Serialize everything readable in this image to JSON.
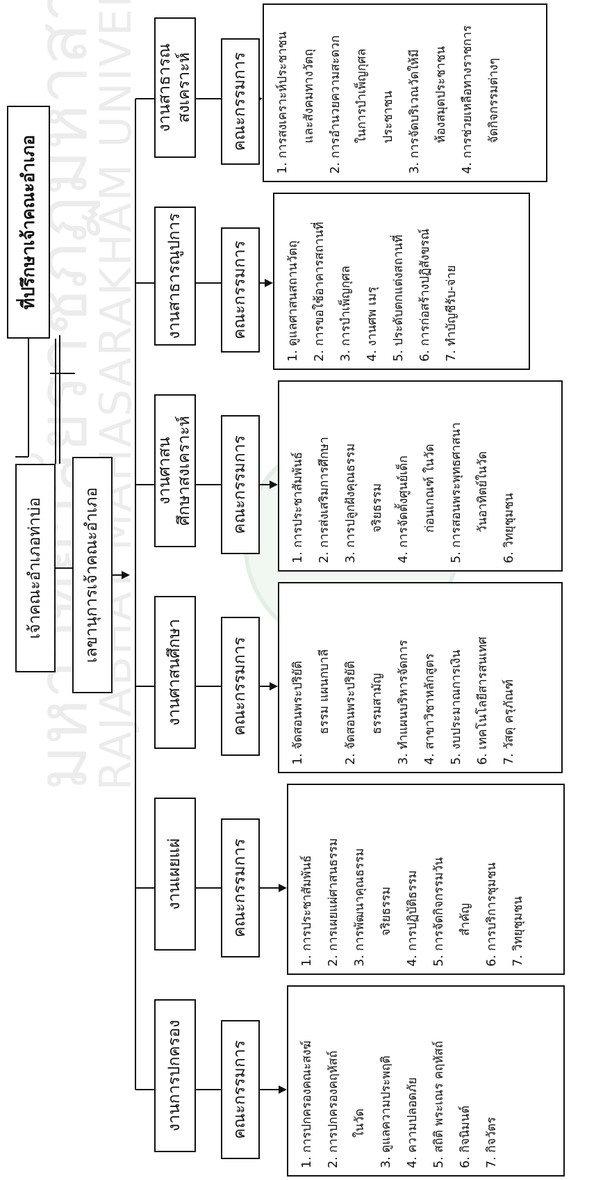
{
  "watermark": {
    "thai_text": "มหาวิทยาลัยราชภัฏมหาสารคาม",
    "english_text": "RAJABHAT MAHASARAKHAM UNIVERSITY"
  },
  "advisor": {
    "label": "ที่ปรึกษาเจ้าคณะอำเภอ"
  },
  "head": {
    "label": "เจ้าคณะอำเภอท่าบ่อ"
  },
  "secretary": {
    "label": "เลขานุการเจ้าคณะอำเภอ"
  },
  "departments": [
    {
      "title": "งานการปกครอง",
      "committee": "คณะกรรมการ",
      "items": [
        {
          "text": "1. การปกครองคณะสงฆ์",
          "cont": false
        },
        {
          "text": "2. การปกครองคฤหัสถ์",
          "cont": false
        },
        {
          "text": "ในวัด",
          "cont": true
        },
        {
          "text": "3. ดูแลความประพฤติ",
          "cont": false
        },
        {
          "text": "4. ความปลอดภัย",
          "cont": false
        },
        {
          "text": "5. สถิติ พระเณร คฤหัสถ์",
          "cont": false
        },
        {
          "text": "6. กิจนิมนต์",
          "cont": false
        },
        {
          "text": "7. กิจวัตร",
          "cont": false
        }
      ]
    },
    {
      "title": "งานเผยแผ่",
      "committee": "คณะกรรมการ",
      "items": [
        {
          "text": "1. การประชาสัมพันธ์",
          "cont": false
        },
        {
          "text": "2. การเผยแผ่ศาสนธรรม",
          "cont": false
        },
        {
          "text": "3. การพัฒนาคุณธรรม",
          "cont": false
        },
        {
          "text": "จริยธรรม",
          "cont": true
        },
        {
          "text": "4. การปฏิบัติธรรม",
          "cont": false
        },
        {
          "text": "5. การจัดกิจกรรมวัน",
          "cont": false
        },
        {
          "text": "สำคัญ",
          "cont": true
        },
        {
          "text": "6. การบริการชุมชน",
          "cont": false
        },
        {
          "text": "7. วิทยุชุมชน",
          "cont": false
        }
      ]
    },
    {
      "title": "งานศาสนศึกษา",
      "committee": "คณะกรรมการ",
      "items": [
        {
          "text": "1. จัดสอนพระปริยัติ",
          "cont": false
        },
        {
          "text": "ธรรม แผนกบาลี",
          "cont": true
        },
        {
          "text": "2. จัดสอนพระปริยัติ",
          "cont": false
        },
        {
          "text": "ธรรมสามัญ",
          "cont": true
        },
        {
          "text": "3. ทำแผนบริหารจัดการ",
          "cont": false
        },
        {
          "text": "4. สาขาวิชาหลักสูตร",
          "cont": false
        },
        {
          "text": "5. งบประมาณการเงิน",
          "cont": false
        },
        {
          "text": "6. เทคโนโลยีสารสนเทศ",
          "cont": false
        },
        {
          "text": "7. วัสดุ ครุภัณฑ์",
          "cont": false
        }
      ]
    },
    {
      "title": "งานศาสนศึกษาสงเคราะห์",
      "committee": "คณะกรรมการ",
      "items": [
        {
          "text": "1. การประชาสัมพันธ์",
          "cont": false
        },
        {
          "text": "2. การส่งเสริมการศึกษา",
          "cont": false
        },
        {
          "text": "3. การปลูกฝังคุณธรรม",
          "cont": false
        },
        {
          "text": "จริยธรรม",
          "cont": true
        },
        {
          "text": "4. การจัดตั้งศูนย์เด็ก",
          "cont": false
        },
        {
          "text": "ก่อนเกณฑ์ ในวัด",
          "cont": true
        },
        {
          "text": "5. การสอนพระพุทธศาสนา",
          "cont": false
        },
        {
          "text": "วันอาทิตย์ในวัด",
          "cont": true
        },
        {
          "text": "6. วิทยุชุมชน",
          "cont": false
        }
      ]
    },
    {
      "title": "งานสาธารณูปการ",
      "committee": "คณะกรรมการ",
      "items": [
        {
          "text": "1. ดูแลศาสนสถานวัตถุ",
          "cont": false
        },
        {
          "text": "2. การขอใช้อาคารสถานที่",
          "cont": false
        },
        {
          "text": "3. การบำเพ็ญกุศล",
          "cont": false
        },
        {
          "text": "4. งานศพ เมรุ",
          "cont": false
        },
        {
          "text": "5. ประดับตกแต่งสถานที่",
          "cont": false
        },
        {
          "text": "6. การก่อสร้างปฏิสังขรณ์",
          "cont": false
        },
        {
          "text": "7. ทำบัญชีรับ-จ่าย",
          "cont": false
        }
      ]
    },
    {
      "title": "งานสาธารณสงเคราะห์",
      "committee": "คณะกรรมการ",
      "items": [
        {
          "text": "1. การสงเคราะห์ประชาชน",
          "cont": false
        },
        {
          "text": "และสังคมทางวัตถุ",
          "cont": true
        },
        {
          "text": "2. การอำนวยความสะดวก",
          "cont": false
        },
        {
          "text": "ในการบำเพ็ญกุศล",
          "cont": true
        },
        {
          "text": "ประชาชน",
          "cont": true
        },
        {
          "text": "3. การจัดบริเวณวัดให้มี",
          "cont": false
        },
        {
          "text": "ห้องสมุดประชาชน",
          "cont": true
        },
        {
          "text": "4. การช่วยเหลือทางราชการ",
          "cont": false
        },
        {
          "text": "จัดกิจกรรมต่างๆ",
          "cont": true
        }
      ]
    }
  ]
}
